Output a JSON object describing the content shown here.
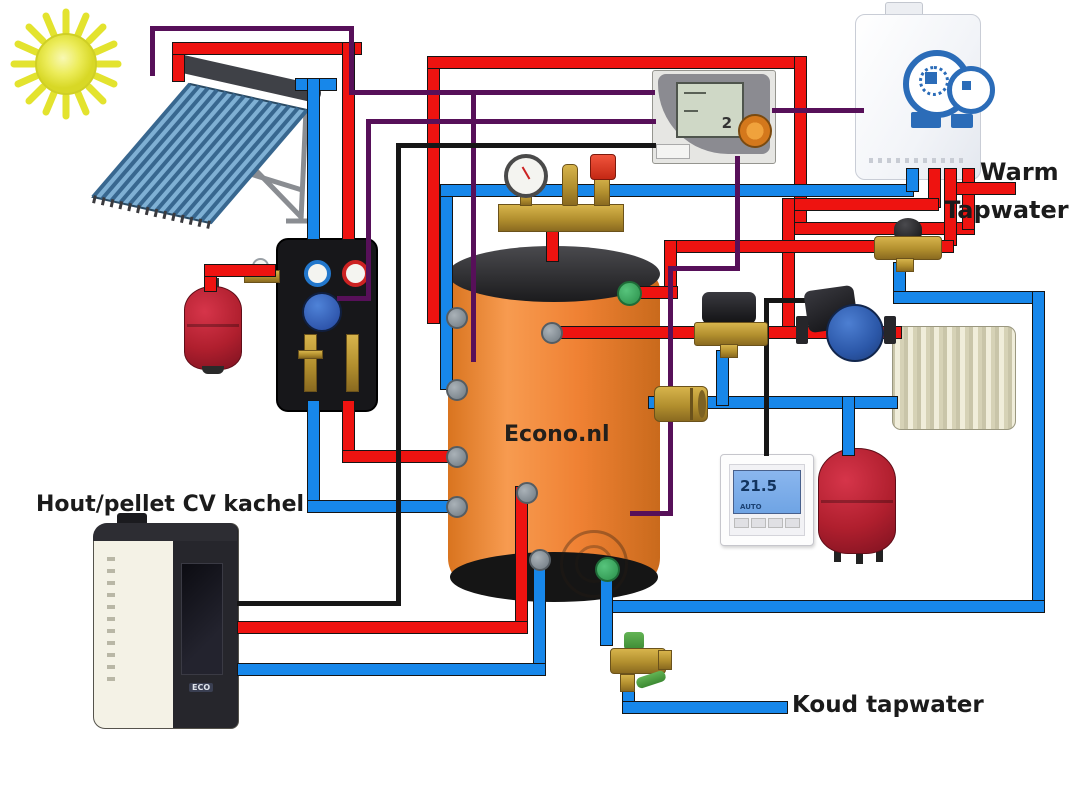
{
  "diagram": {
    "title_note": "Solar / pellet-stove / boiler buffer-tank heating schematic",
    "labels": {
      "warm_tapwater_line1": "Warm",
      "warm_tapwater_line2": "Tapwater",
      "koud_tapwater": "Koud tapwater",
      "stove": "Hout/pellet CV kachel",
      "tank_brand": "Econo.nl"
    },
    "room_thermostat": {
      "display": "21.5",
      "mode": "AUTO"
    },
    "solar_controller": {
      "display": "2"
    },
    "stove_badge": "ECO",
    "colors": {
      "hot_pipe": "#ee1310",
      "cold_pipe": "#1787ea",
      "sensor_wire": "#571059",
      "electric_wire": "#161616",
      "tank_orange": "#ef8133",
      "vessel_red": "#b01f2e",
      "pump_blue": "#2b57a8",
      "collector_blue": "#7fb0d4",
      "radiator_cream": "#efecd8",
      "boiler_accent": "#2b6cb8",
      "valve_brass": "#c7a23c",
      "sun_yellow": "#e8e437",
      "valve_green": "#4a9e3f"
    },
    "components": [
      "sun",
      "solar-collector",
      "solar-pump-station",
      "solar-expansion-vessel",
      "solar-controller",
      "gas-boiler",
      "buffer-tank",
      "safety-group",
      "thermostatic-mixing-valve",
      "three-way-valve",
      "circulation-pump",
      "radiator",
      "room-thermostat",
      "heating-expansion-vessel",
      "check-valve",
      "inlet-combination-valve",
      "pellet-stove"
    ]
  }
}
